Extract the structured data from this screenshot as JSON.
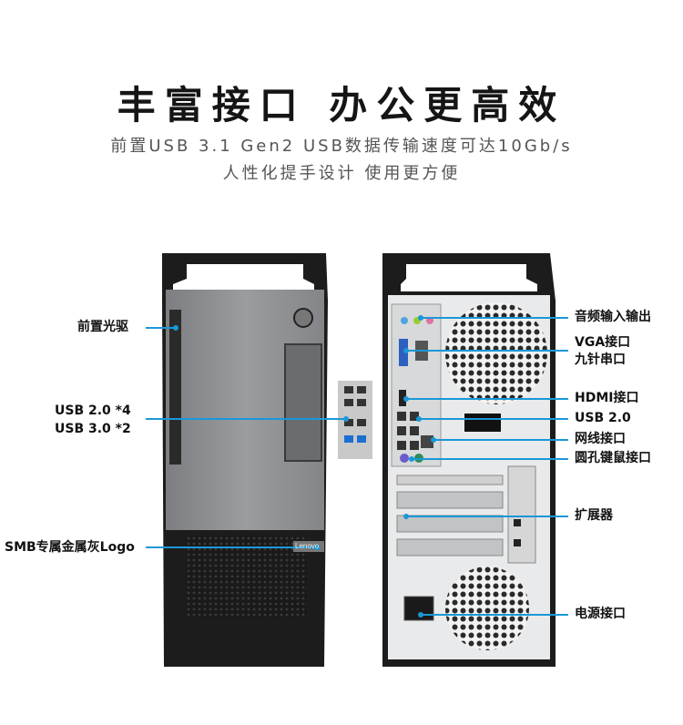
{
  "header": {
    "title": "丰富接口  办公更高效",
    "subtitle_line1": "前置USB 3.1 Gen2  USB数据传输速度可达10Gb/s",
    "subtitle_line2": "人性化提手设计 使用更方便"
  },
  "front_labels": {
    "optical_drive": "前置光驱",
    "usb_line1": "USB 2.0 *4",
    "usb_line2": "USB 3.0 *2",
    "logo": "SMB专属金属灰Logo"
  },
  "rear_labels": {
    "audio": "音频输入输出",
    "vga": "VGA接口",
    "serial": "九针串口",
    "hdmi": "HDMI接口",
    "usb2": "USB 2.0",
    "lan": "网线接口",
    "ps2": "圆孔键鼠接口",
    "expansion": "扩展器",
    "power": "电源接口"
  },
  "logo_text": "Lenovo",
  "colors": {
    "accent": "#1a98d8",
    "case_black": "#1c1c1c",
    "panel_gray": "#8c8e91"
  }
}
